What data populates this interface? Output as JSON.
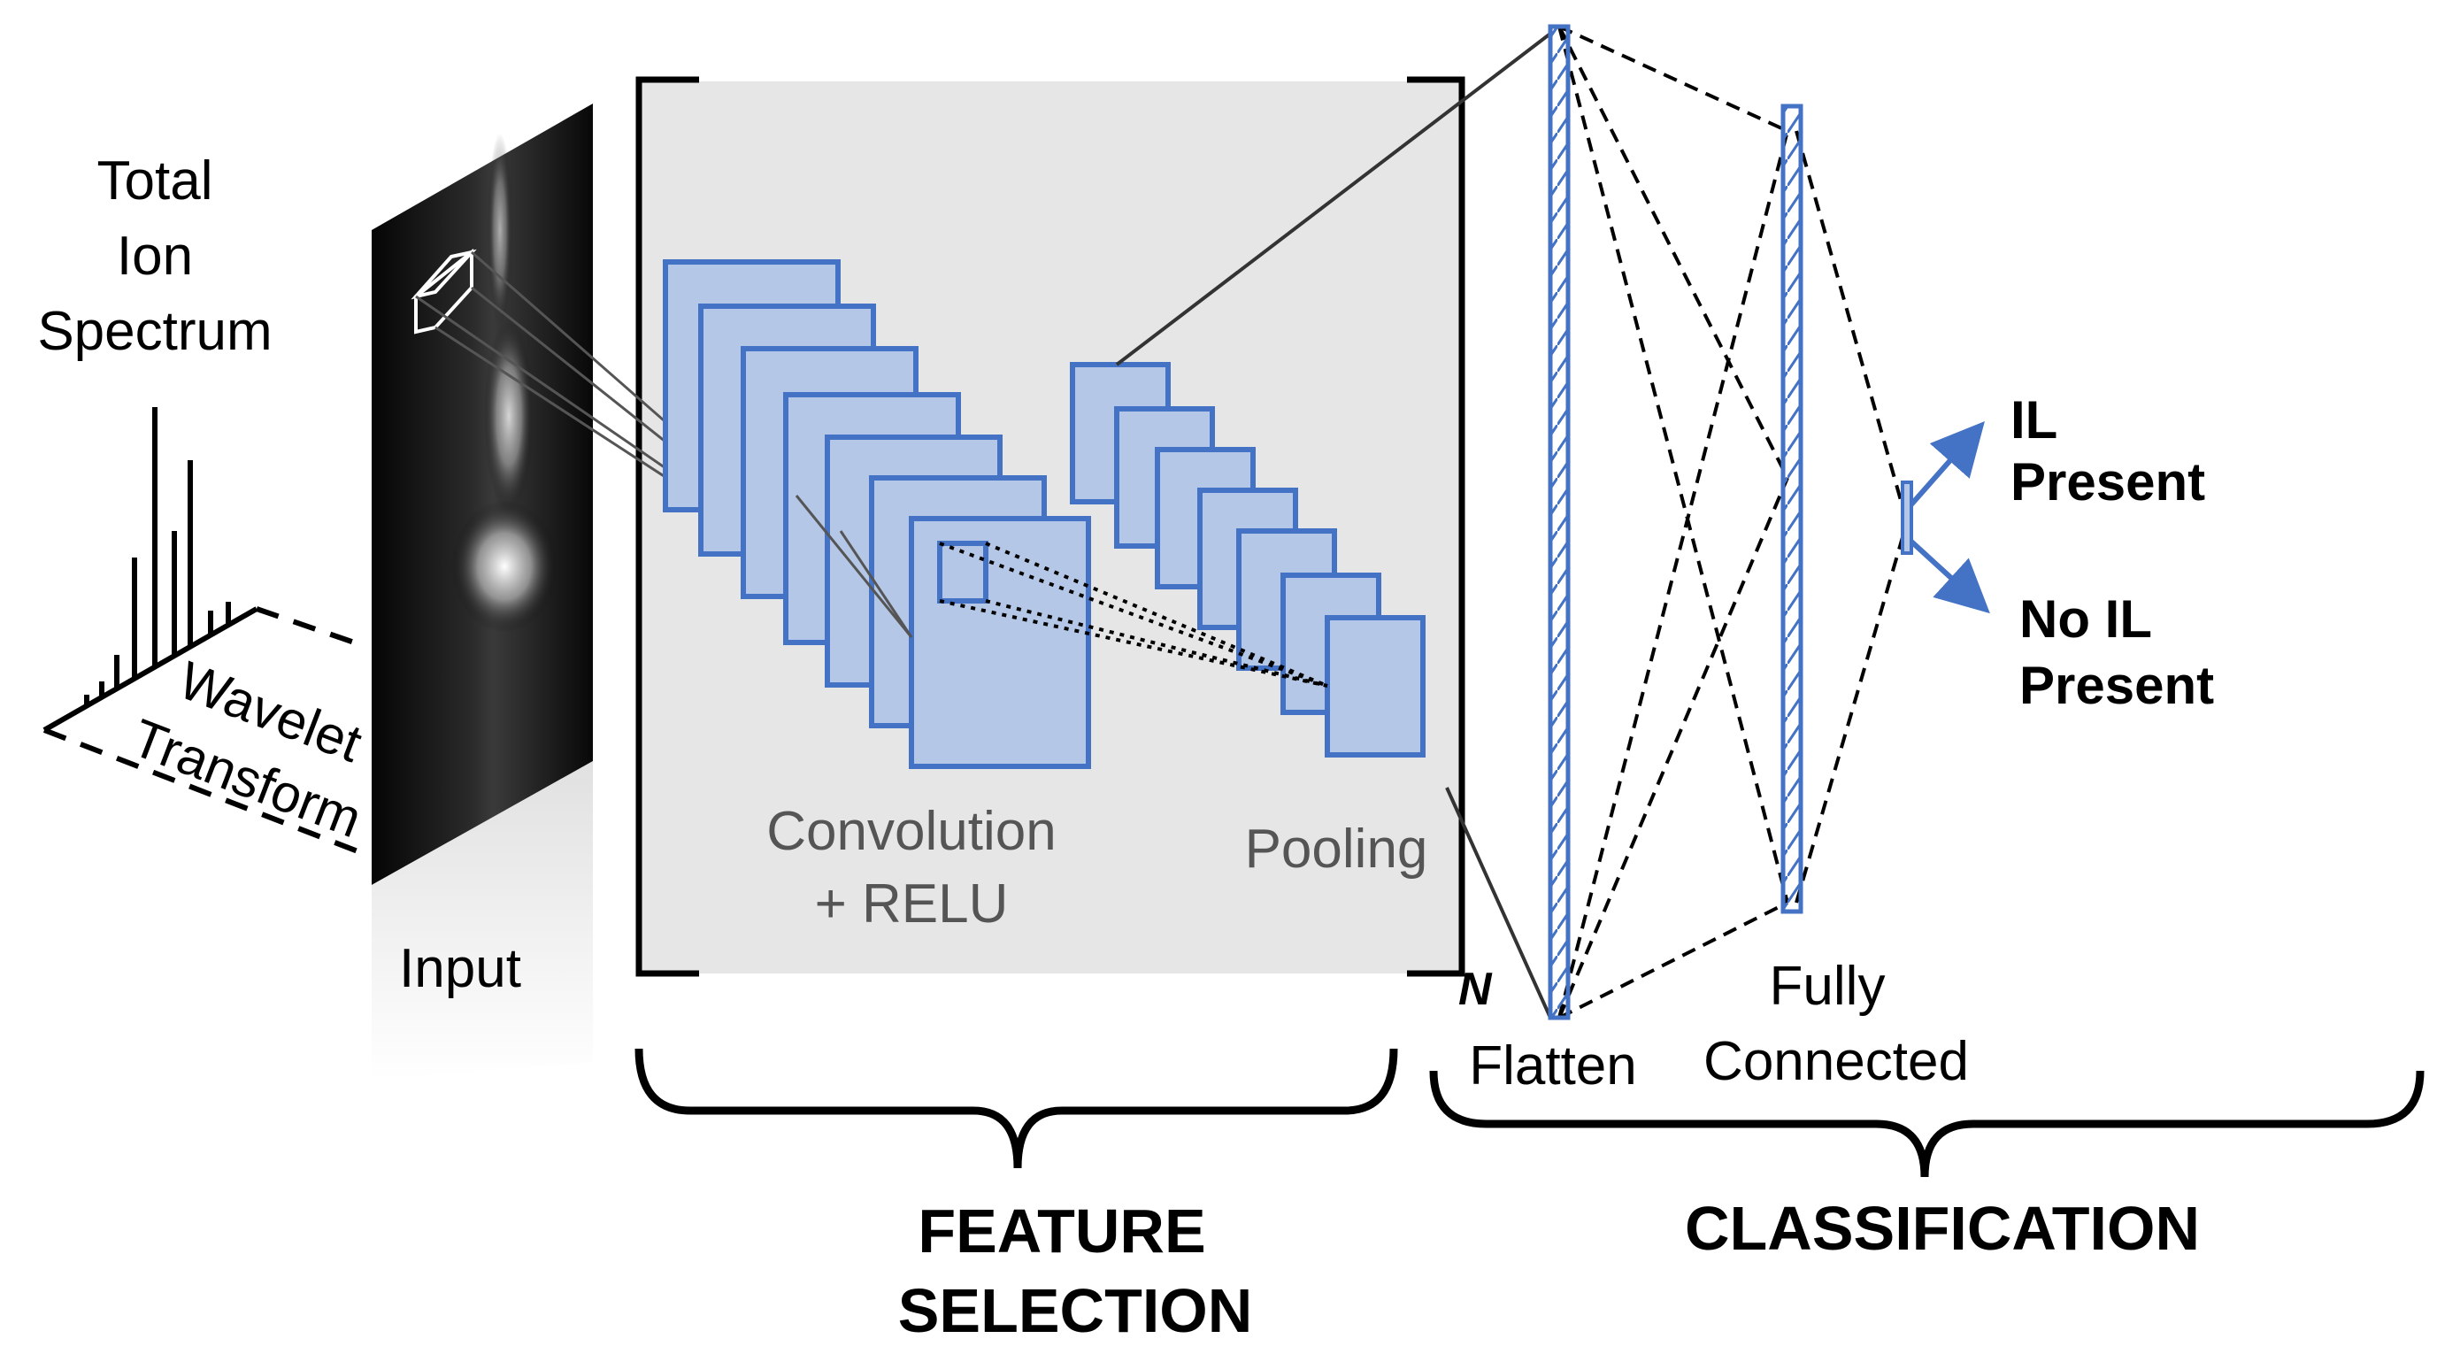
{
  "labels": {
    "spectrum_line1": "Total",
    "spectrum_line2": "Ion",
    "spectrum_line3": "Spectrum",
    "wavelet_line1": "Wavelet",
    "wavelet_line2": "Transform",
    "input": "Input",
    "convolution_line1": "Convolution",
    "convolution_line2": "+ RELU",
    "pooling": "Pooling",
    "n_symbol": "N",
    "flatten": "Flatten",
    "fully_connected_line1": "Fully",
    "fully_connected_line2": "Connected",
    "il_present_line1": "IL",
    "il_present_line2": "Present",
    "no_il_line1": "No IL",
    "no_il_line2": "Present",
    "feature_selection_line1": "FEATURE",
    "feature_selection_line2": "SELECTION",
    "classification": "CLASSIFICATION"
  },
  "colors": {
    "layer_fill": "#b4c7e7",
    "layer_stroke": "#4472c4",
    "panel_fill": "#e6e6e6",
    "arrow": "#4472c4",
    "text": "#000000",
    "grey_text": "#555555"
  }
}
